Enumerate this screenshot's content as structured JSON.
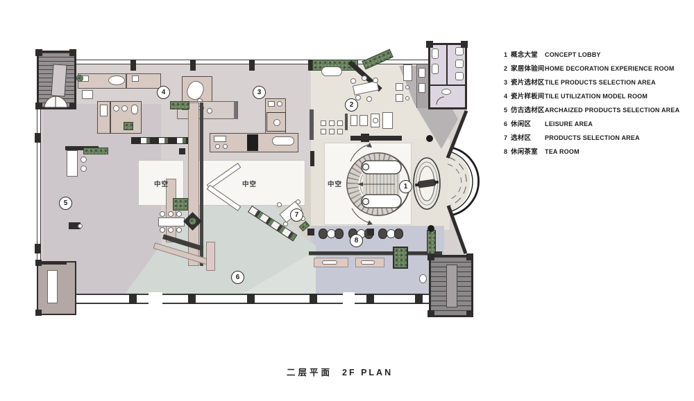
{
  "caption": {
    "zh": "二层平面",
    "en": "2F PLAN"
  },
  "legend": {
    "items": [
      {
        "num": "1",
        "zh": "概念大堂",
        "en": "CONCEPT LOBBY"
      },
      {
        "num": "2",
        "zh": "家居体验间",
        "en": "HOME DECORATION EXPERIENCE ROOM"
      },
      {
        "num": "3",
        "zh": "瓷片选材区",
        "en": "TILE PRODUCTS SELECTION AREA"
      },
      {
        "num": "4",
        "zh": "瓷片样板间",
        "en": "TILE UTILIZATION MODEL ROOM"
      },
      {
        "num": "5",
        "zh": "仿古选材区",
        "en": "ARCHAIZED PRODUCTS SELECTION AREA"
      },
      {
        "num": "6",
        "zh": "休闲区",
        "en": "LEISURE AREA"
      },
      {
        "num": "7",
        "zh": "选材区",
        "en": "PRODUCTS SELECTION AREA"
      },
      {
        "num": "8",
        "zh": "休闲茶室",
        "en": "TEA ROOM"
      }
    ]
  },
  "plan": {
    "markers": [
      {
        "label": "1"
      },
      {
        "label": "2"
      },
      {
        "label": "3"
      },
      {
        "label": "4"
      },
      {
        "label": "5"
      },
      {
        "label": "6"
      },
      {
        "label": "7"
      },
      {
        "label": "8"
      }
    ],
    "void_labels": [
      {
        "text": "中空"
      },
      {
        "text": "中空"
      },
      {
        "text": "中空"
      }
    ]
  },
  "colors": {
    "wall": "#2f2d2c",
    "floor_base": "#d7d1d2",
    "zone_archaized": "#cdc6cb",
    "zone_leisure": "#d2d8d4",
    "zone_tea": "#c6c8d5",
    "zone_experience": "#e8e4db",
    "zone_lobby": "#e6e2d9",
    "zone_selection": "#d6d2c8",
    "void_white": "#f7f6f3",
    "restroom": "#ddd6e2",
    "stair_gray": "#908c8e",
    "furniture_tan": "#d7c7c1",
    "display_pink": "#ddcac5",
    "plant_green": "#677f5e"
  }
}
